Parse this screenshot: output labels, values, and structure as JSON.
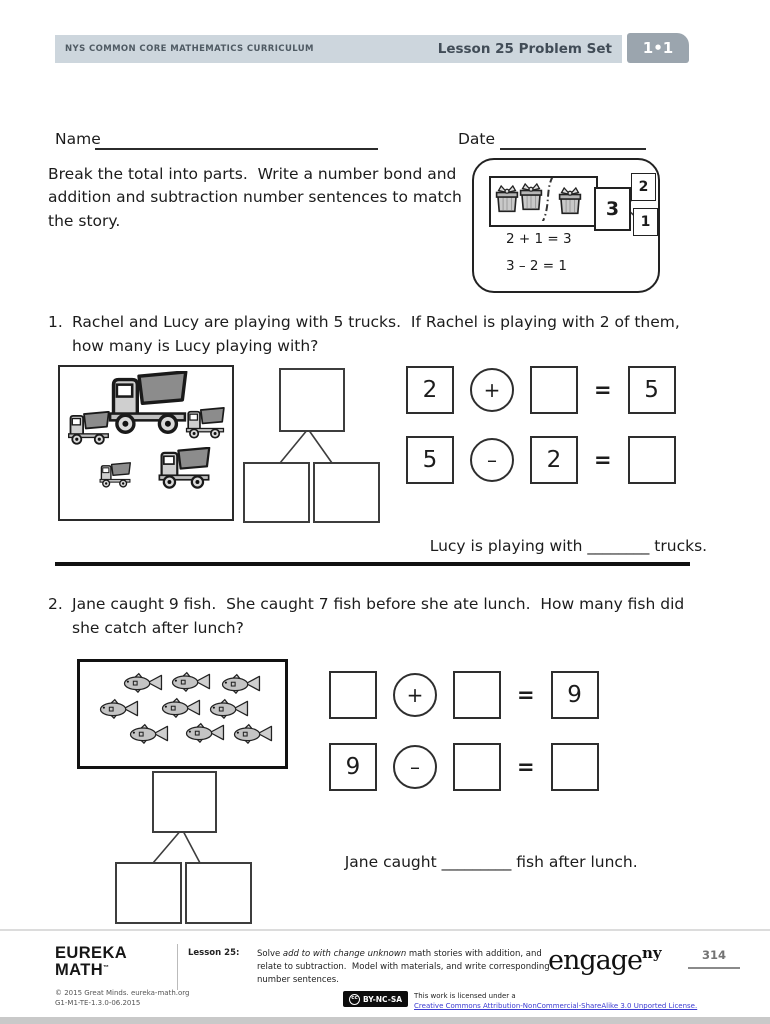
{
  "header": {
    "curriculum": "NYS COMMON CORE MATHEMATICS CURRICULUM",
    "title": "Lesson 25 Problem Set",
    "badge": "1•1"
  },
  "form": {
    "name_label": "Name",
    "date_label": "Date"
  },
  "instructions": "Break the total into parts.  Write a number bond and addition and subtraction number sentences to match the story.",
  "example": {
    "presents_count": "3",
    "bond": {
      "total": "3",
      "part_top": "2",
      "part_bottom": "1"
    },
    "addition_sentence": "2 + 1 = 3",
    "subtraction_sentence": "3 – 2 = 1"
  },
  "problem1": {
    "number": "1.",
    "text": "Rachel and Lucy are playing with 5 trucks.  If Rachel is playing with 2 of them, how many is Lucy playing with?",
    "trucks_count": "5",
    "eq_add": {
      "a": "2",
      "op": "+",
      "b": "",
      "equals": "=",
      "result": "5"
    },
    "eq_sub": {
      "a": "5",
      "op": "–",
      "b": "2",
      "equals": "=",
      "result": ""
    },
    "answer": {
      "pre": "Lucy is playing with ",
      "blank": "________",
      "post": " trucks."
    }
  },
  "problem2": {
    "number": "2.",
    "text": "Jane caught 9 fish.  She caught 7 fish before she ate lunch.  How many fish did she catch after lunch?",
    "fish_count": "9",
    "eq_add": {
      "a": "",
      "op": "+",
      "b": "",
      "equals": "=",
      "result": "9"
    },
    "eq_sub": {
      "a": "9",
      "op": "–",
      "b": "",
      "equals": "=",
      "result": ""
    },
    "answer": {
      "pre": "Jane caught ",
      "blank": "_________",
      "post": " fish after lunch."
    }
  },
  "footer": {
    "logo_line1": "EUREKA",
    "logo_line2": "MATH",
    "logo_tm": "™",
    "lesson_label": "Lesson 25:",
    "description_pre": "Solve ",
    "description_italic": "add to with change unknown",
    "description_post": " math stories with addition, and relate to subtraction.  Model with materials, and write corresponding number sentences.",
    "engage_word": "engage",
    "engage_sup": "ny",
    "page_number": "314",
    "copyright_line1": "© 2015 Great Minds. eureka-math.org",
    "copyright_line2": "G1-M1-TE-1.3.0-06.2015",
    "cc_logo": "cc",
    "cc_badge": "BY-NC-SA",
    "license_line1": "This work is licensed under a",
    "license_link": "Creative Commons Attribution-NonCommercial-ShareAlike 3.0 Unported License."
  }
}
